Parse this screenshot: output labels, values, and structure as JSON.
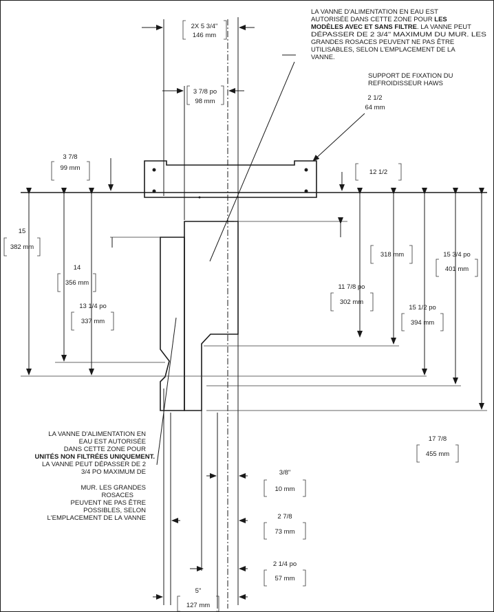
{
  "notes": {
    "top_right": [
      "LA VANNE D'ALIMENTATION EN EAU EST",
      "AUTORISÉE DANS CETTE ZONE POUR",
      "LES",
      "MODÈLES AVEC ET SANS FILTRE",
      ". LA VANNE PEUT",
      "DÉPASSER DE 2 3/4\" MAXIMUM DU MUR. LES",
      "GRANDES ROSACES PEUVENT NE PAS ÊTRE",
      "UTILISABLES, SELON L'EMPLACEMENT DE LA",
      "VANNE."
    ],
    "support": [
      "SUPPORT DE FIXATION DU",
      "REFROIDISSEUR HAWS"
    ],
    "bottom_left": [
      "LA VANNE D'ALIMENTATION EN",
      "EAU EST AUTORISÉE",
      "DANS CETTE ZONE POUR",
      "UNITÉS NON FILTRÉES UNIQUEMENT.",
      "LA VANNE PEUT DÉPASSER DE 2",
      "3/4 PO MAXIMUM DE",
      "MUR. LES GRANDES",
      "ROSACES",
      "PEUVENT NE PAS ÊTRE",
      "POSSIBLES, SELON",
      "L'EMPLACEMENT DE LA VANNE"
    ]
  },
  "dims": {
    "d1": [
      "2X 5 3/4\"",
      "146 mm"
    ],
    "d2": [
      "3 7/8 po",
      "98 mm"
    ],
    "d3": [
      "2 1/2",
      "64 mm"
    ],
    "d4": [
      "3 7/8",
      "99 mm"
    ],
    "d5": [
      "12 1/2"
    ],
    "d6": [
      "15",
      "382 mm"
    ],
    "d7": [
      "14",
      "356 mm"
    ],
    "d8": [
      "13 1/4 po",
      "337 mm"
    ],
    "d9": [
      "318 mm"
    ],
    "d10": [
      "11 7/8 po",
      "302 mm"
    ],
    "d11": [
      "15 3/4 po",
      "401 mm"
    ],
    "d12": [
      "15 1/2 po",
      "394 mm"
    ],
    "d13": [
      "17 7/8",
      "455 mm"
    ],
    "d14": [
      "3/8\"",
      "10 mm"
    ],
    "d15": [
      "2 7/8",
      "73 mm"
    ],
    "d16": [
      "2 1/4 po",
      "57 mm"
    ],
    "d17": [
      "5\"",
      "127 mm"
    ]
  }
}
